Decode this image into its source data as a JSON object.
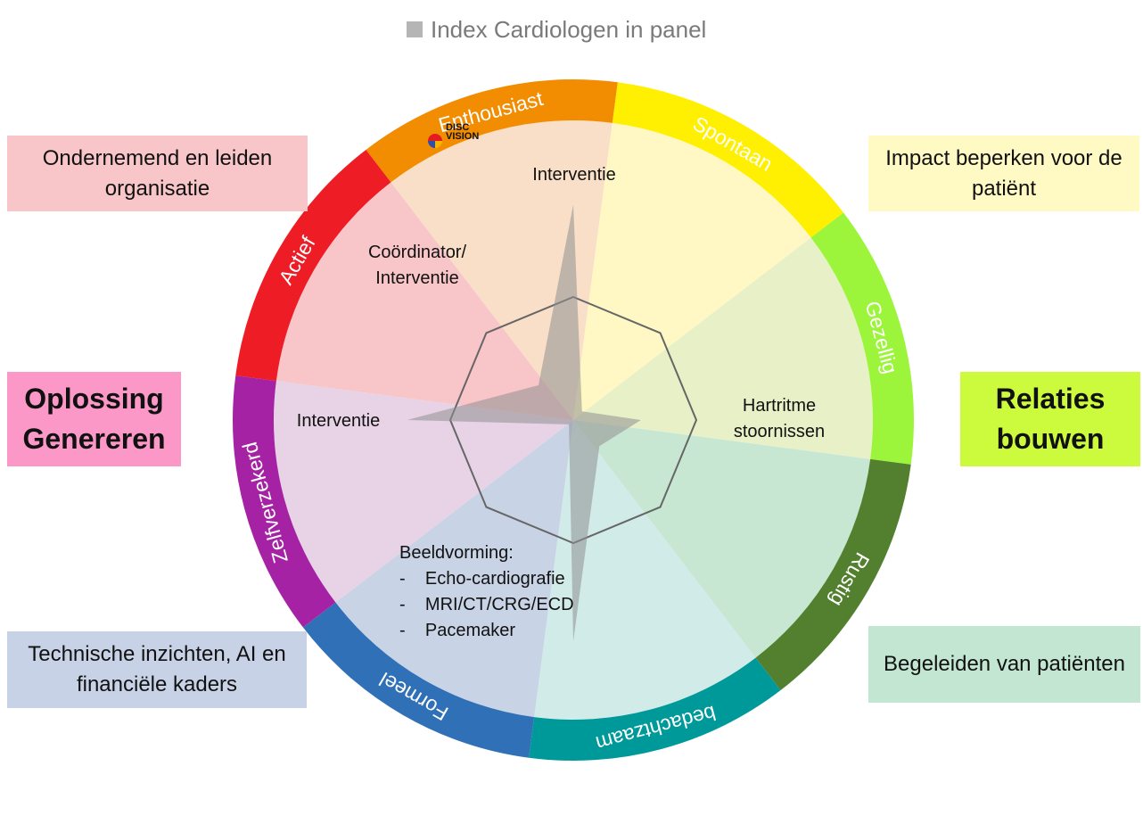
{
  "legend": {
    "label": "Index  Cardiologen in panel",
    "color": "#b5b5b5"
  },
  "logo": {
    "line1": "DISC",
    "line2": "VISION"
  },
  "corner_boxes": {
    "top_left": {
      "text": "Ondernemend en leiden organisatie",
      "color": "#f8c6c8"
    },
    "top_right": {
      "text": "Impact beperken voor de patiënt",
      "color": "#fffac4"
    },
    "mid_left": {
      "text": "Oplossing Genereren",
      "color": "#fb98c8"
    },
    "mid_right": {
      "text": "Relaties bouwen",
      "color": "#ccfa3c"
    },
    "bottom_left": {
      "text": "Technische inzichten, AI en financiële kaders",
      "color": "#c7d2e6"
    },
    "bottom_right": {
      "text": "Begeleiden van patiënten",
      "color": "#c3e6d2"
    }
  },
  "inner_labels": {
    "top": "Interventie",
    "upper_left_1": "Coördinator/",
    "upper_left_2": "Interventie",
    "left": "Interventie",
    "right_1": "Hartritme",
    "right_2": "stoornissen",
    "bottom_title": "Beeldvorming:",
    "bottom_items": [
      "Echo-cardiografie",
      "MRI/CT/CRG/ECD",
      "Pacemaker"
    ],
    "bullet": "-"
  },
  "chart_data": {
    "type": "radar",
    "title": "",
    "categories": [
      "Enthousiast",
      "Spontaan",
      "Gezellig",
      "Rustig",
      "bedachtzaam",
      "Formeel",
      "Zelfverzekerd",
      "Actief"
    ],
    "segment_colors": [
      "#f28c00",
      "#ffef00",
      "#9cf53a",
      "#53802f",
      "#00999a",
      "#2f70b7",
      "#a522a5",
      "#ee1c25"
    ],
    "sector_fill_colors": [
      "#f9dfc8",
      "#fff8c4",
      "#e8f0c8",
      "#c7e7d2",
      "#d1ebe9",
      "#c8d3e6",
      "#e8d3e6",
      "#f8c5c8"
    ],
    "segment_labels": [
      "Enthousiast",
      "Spontaan",
      "Gezellig",
      "Rustig",
      "bedachtzaam",
      "Formeel",
      "Zelfverzekerd",
      "Actief"
    ],
    "reference_octagon": 100,
    "series": [
      {
        "name": "Index  Cardiologen in panel",
        "color": "#8f8f8f",
        "values": [
          175,
          10,
          55,
          30,
          180,
          5,
          135,
          40
        ]
      }
    ]
  }
}
